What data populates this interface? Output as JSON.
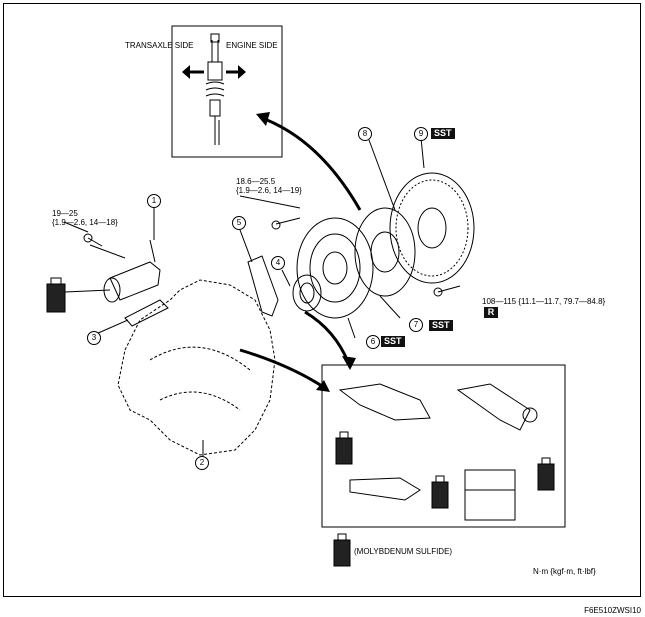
{
  "inset_top": {
    "left_label": "TRANSAXLE SIDE",
    "right_label": "ENGINE SIDE"
  },
  "torque": {
    "bolt_slave": {
      "line1": "19—25",
      "line2": "{1.9—2.6, 14—18}"
    },
    "bolt_cover": {
      "line1": "18.6—25.5",
      "line2": "{1.9—2.6, 14—19}"
    },
    "bolt_flywheel": "108—115 {11.1—11.7, 79.7—84.8}"
  },
  "callouts": [
    "1",
    "2",
    "3",
    "4",
    "5",
    "6",
    "7",
    "8",
    "9"
  ],
  "sst_label": "SST",
  "replace_label": "R",
  "grease_note": "(MOLYBDENUM SULFIDE)",
  "unit_note": "N·m {kgf·m, ft·lbf}",
  "figure_code": "F6E510ZWSI10"
}
